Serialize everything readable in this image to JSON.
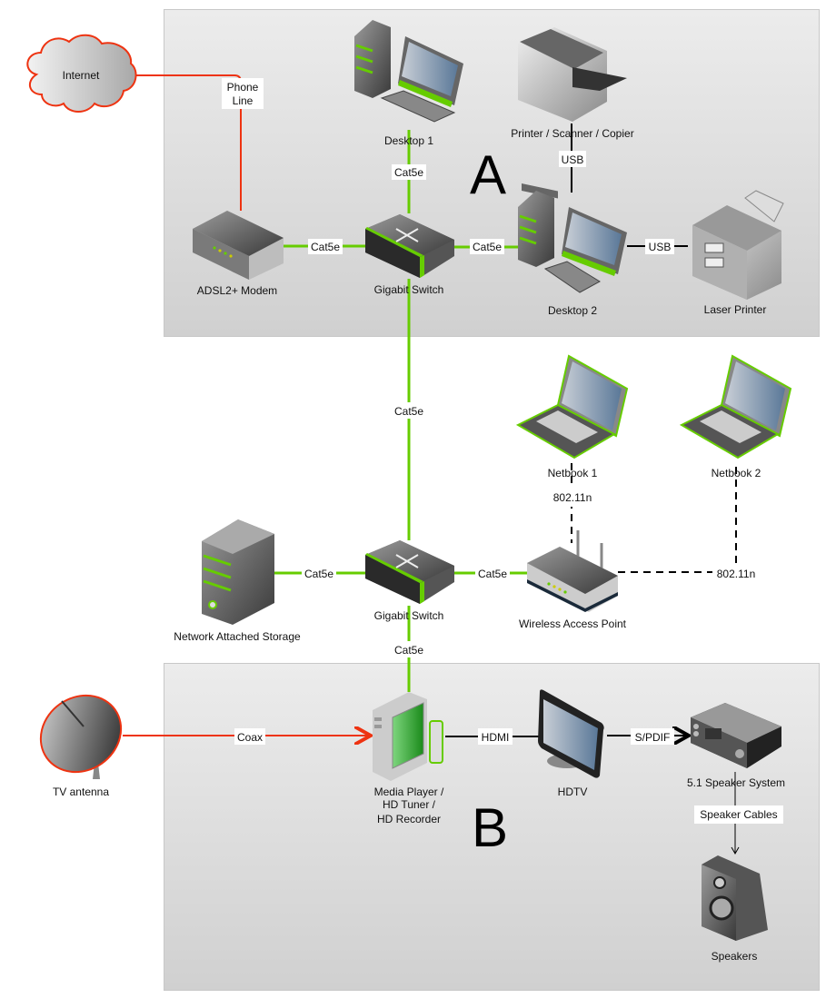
{
  "colors": {
    "cat5e": "#66cc00",
    "phone": "#ee3311",
    "black": "#000000",
    "region_top": "#ebebeb",
    "region_bottom": "#d0d0d0",
    "region_border": "#c8c8c8",
    "accent_green": "#66cc00"
  },
  "regions": [
    {
      "id": "A",
      "label": "A"
    },
    {
      "id": "B",
      "label": "B"
    }
  ],
  "nodes": {
    "internet": {
      "label": "Internet",
      "icon": "cloud-icon"
    },
    "modem": {
      "label": "ADSL2+ Modem",
      "icon": "modem-icon"
    },
    "switch1": {
      "label": "Gigabit Switch",
      "icon": "network-switch-icon"
    },
    "desktop1": {
      "label": "Desktop 1",
      "icon": "desktop-computer-icon"
    },
    "desktop2": {
      "label": "Desktop 2",
      "icon": "desktop-computer-icon"
    },
    "mfp": {
      "label": "Printer / Scanner / Copier",
      "icon": "multifunction-printer-icon"
    },
    "laser": {
      "label": "Laser Printer",
      "icon": "laser-printer-icon"
    },
    "netbook1": {
      "label": "Netbook 1",
      "icon": "laptop-icon"
    },
    "netbook2": {
      "label": "Netbook 2",
      "icon": "laptop-icon"
    },
    "nas": {
      "label": "Network Attached Storage",
      "icon": "server-icon"
    },
    "switch2": {
      "label": "Gigabit Switch",
      "icon": "network-switch-icon"
    },
    "wap": {
      "label": "Wireless Access Point",
      "icon": "wireless-router-icon"
    },
    "antenna": {
      "label": "TV antenna",
      "icon": "satellite-dish-icon"
    },
    "media": {
      "label_lines": [
        "Media Player /",
        "HD Tuner /",
        "HD Recorder"
      ],
      "icon": "media-player-icon"
    },
    "hdtv": {
      "label": "HDTV",
      "icon": "tv-icon"
    },
    "receiver": {
      "label": "5.1 Speaker System",
      "icon": "av-receiver-icon"
    },
    "speakers": {
      "label": "Speakers",
      "icon": "speaker-icon"
    }
  },
  "connections": {
    "phone_line": {
      "label_lines": [
        "Phone",
        "Line"
      ],
      "type": "phone"
    },
    "modem_switch1": {
      "label": "Cat5e",
      "type": "cat5e"
    },
    "switch1_desktop1": {
      "label": "Cat5e",
      "type": "cat5e"
    },
    "switch1_desktop2": {
      "label": "Cat5e",
      "type": "cat5e"
    },
    "desktop2_mfp": {
      "label": "USB",
      "type": "usb"
    },
    "desktop2_laser": {
      "label": "USB",
      "type": "usb"
    },
    "switch1_switch2": {
      "label": "Cat5e",
      "type": "cat5e"
    },
    "nas_switch2": {
      "label": "Cat5e",
      "type": "cat5e"
    },
    "switch2_wap": {
      "label": "Cat5e",
      "type": "cat5e"
    },
    "wap_netbook1": {
      "label": "802.11n",
      "type": "wireless"
    },
    "wap_netbook2": {
      "label": "802.11n",
      "type": "wireless"
    },
    "switch2_media": {
      "label": "Cat5e",
      "type": "cat5e"
    },
    "antenna_media": {
      "label": "Coax",
      "type": "coax"
    },
    "media_hdtv": {
      "label": "HDMI",
      "type": "hdmi"
    },
    "hdtv_receiver": {
      "label": "S/PDIF",
      "type": "spdif"
    },
    "receiver_speakers": {
      "label": "Speaker Cables",
      "type": "speaker"
    }
  }
}
